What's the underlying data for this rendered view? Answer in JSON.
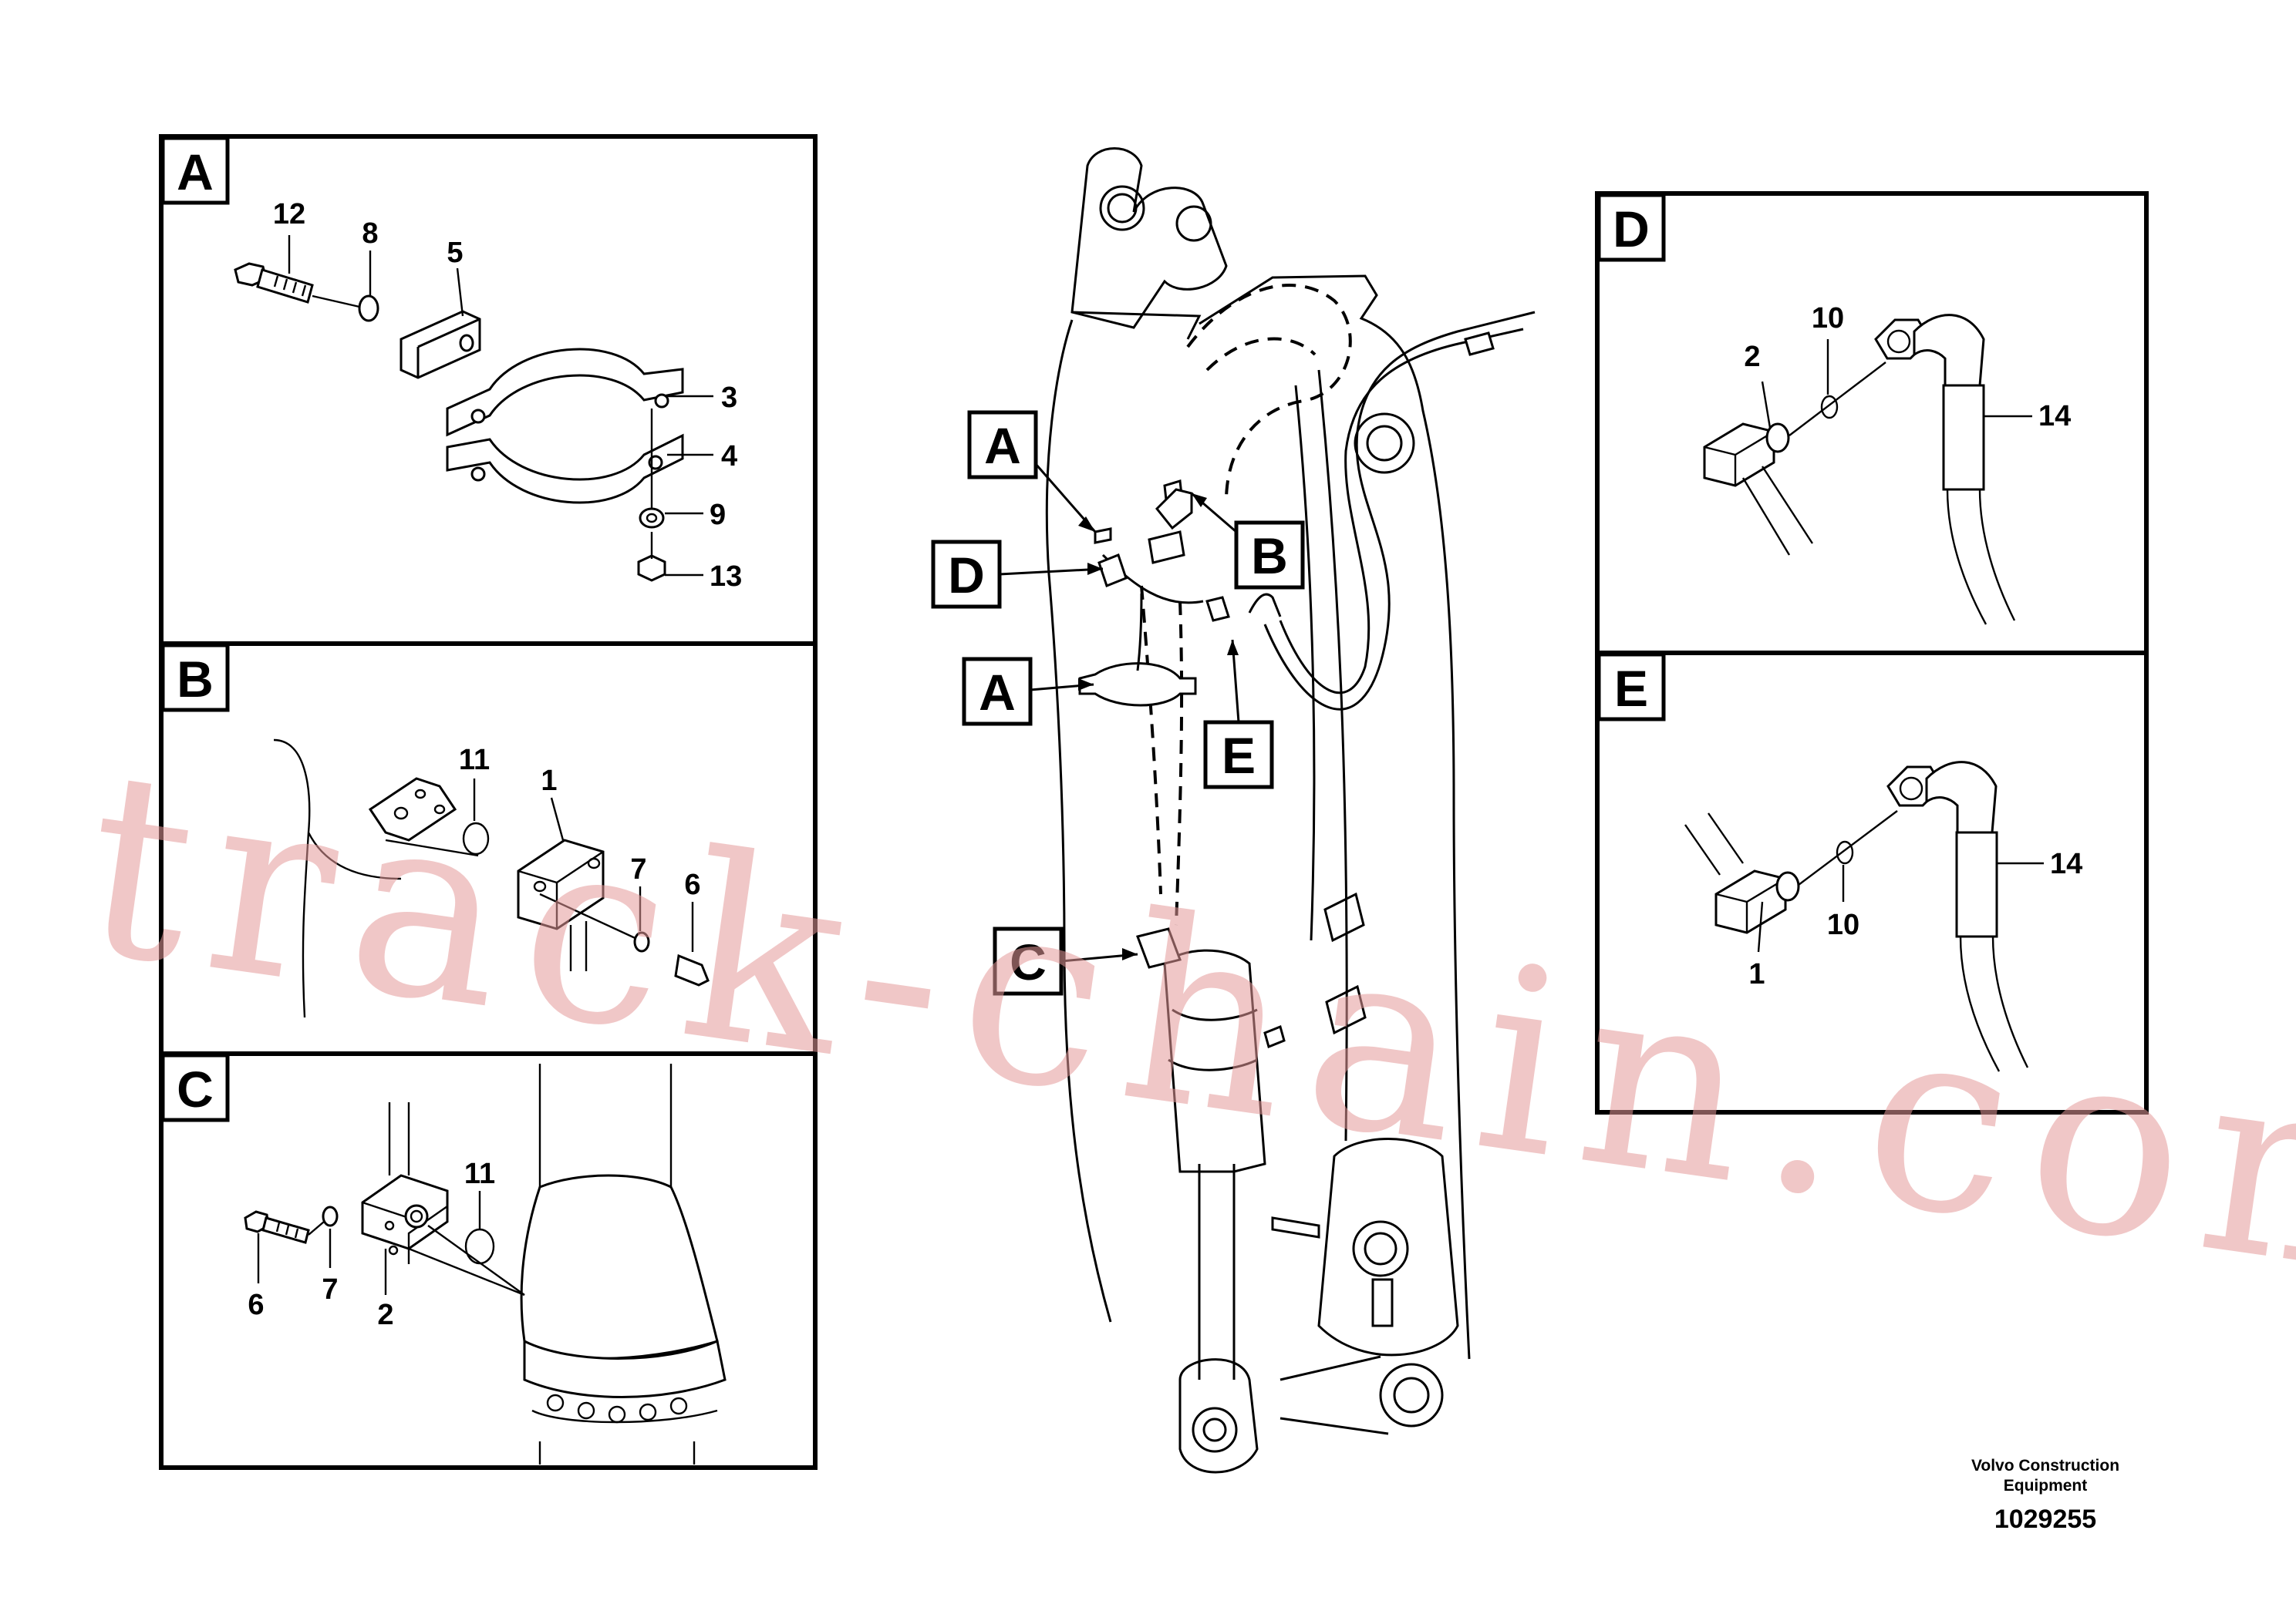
{
  "panels": [
    {
      "letter": "A",
      "callouts": [
        "12",
        "8",
        "5",
        "3",
        "4",
        "9",
        "13"
      ]
    },
    {
      "letter": "B",
      "callouts": [
        "11",
        "1",
        "7",
        "6"
      ]
    },
    {
      "letter": "C",
      "callouts": [
        "6",
        "7",
        "2",
        "11"
      ]
    },
    {
      "letter": "D",
      "callouts": [
        "10",
        "2",
        "14"
      ]
    },
    {
      "letter": "E",
      "callouts": [
        "14",
        "10",
        "1"
      ]
    }
  ],
  "main_callouts": [
    "A",
    "B",
    "D",
    "A",
    "E",
    "C"
  ],
  "watermark": "track-chain.com",
  "footer": {
    "brand_line1": "Volvo Construction",
    "brand_line2": "Equipment",
    "part_number": "1029255"
  }
}
